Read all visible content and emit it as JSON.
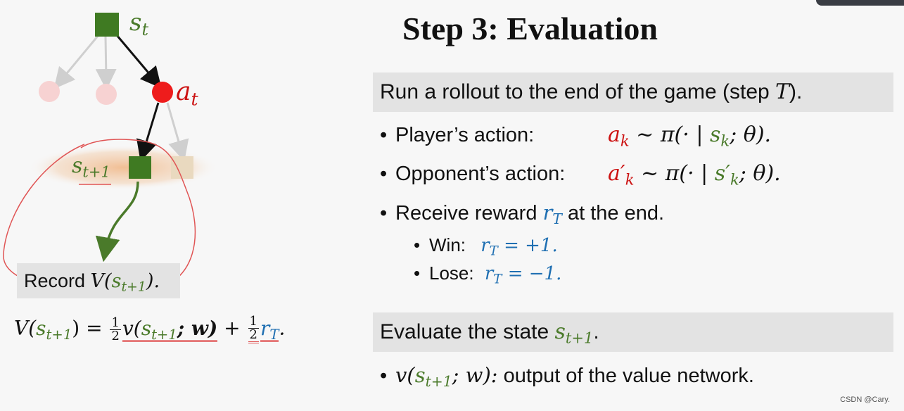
{
  "title": "Step 3: Evaluation",
  "rollout": {
    "heading": "Run a rollout to the end of the game (step ",
    "heading_var": "T",
    "heading_end": ").",
    "player_label": "Player’s action:",
    "player_formula_a": "a",
    "player_formula_sub": "k",
    "player_formula_mid": " ~ π(· | ",
    "player_formula_s": "s",
    "player_formula_s_sub": "k",
    "player_formula_end": "; θ).",
    "opponent_label": "Opponent’s action:",
    "opponent_formula_a": "a′",
    "opponent_formula_sub": "k",
    "opponent_formula_mid": " ~ π(· | ",
    "opponent_formula_s": "s′",
    "opponent_formula_s_sub": "k",
    "opponent_formula_end": "; θ).",
    "reward_pre": "Receive reward ",
    "reward_var": "r",
    "reward_sub": "T",
    "reward_post": " at the end.",
    "win_label": "Win:",
    "win_formula": "= +1.",
    "lose_label": "Lose:",
    "lose_formula": "= −1."
  },
  "evaluate": {
    "heading": "Evaluate the state ",
    "state_var": "s",
    "state_sub": "t+1",
    "heading_end": ".",
    "bullet_pre": "v(",
    "bullet_s": "s",
    "bullet_sub": "t+1",
    "bullet_w": "; w):",
    "bullet_text": "output of the value network."
  },
  "tree": {
    "root_label": "s",
    "root_sub": "t",
    "action_label": "a",
    "action_sub": "t",
    "next_label": "s",
    "next_sub": "t+1"
  },
  "record": {
    "pre": "Record ",
    "V": "V(",
    "s": "s",
    "sub": "t+1",
    "end": ")."
  },
  "formula": {
    "lhs": "V(",
    "lhs_s": "s",
    "lhs_sub": "t+1",
    "eq": ") = ",
    "half_num": "1",
    "half_den": "2",
    "v": "v(",
    "v_s": "s",
    "v_sub": "t+1",
    "v_w": "; w)",
    "plus": " + ",
    "r": "r",
    "r_sub": "T",
    "end": "."
  },
  "watermark": "CSDN @Cary.",
  "colors": {
    "green_node": "#3f7a22",
    "red_node": "#ee1c1c",
    "faded_node": "#f7d2d2",
    "highlight": "#f0c9a0",
    "circle_annotation": "#e05555"
  }
}
